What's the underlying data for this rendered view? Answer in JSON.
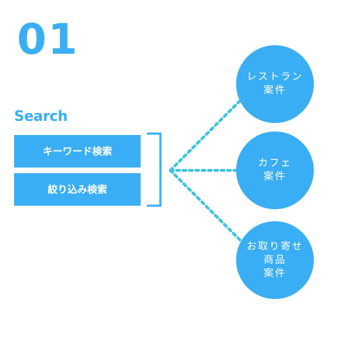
{
  "step": {
    "number": "01"
  },
  "search": {
    "label": "Search",
    "buttons": [
      {
        "label": "キーワード検索"
      },
      {
        "label": "絞り込み検索"
      }
    ]
  },
  "categories": [
    {
      "lines": [
        "レストラン",
        "案件"
      ]
    },
    {
      "lines": [
        "カフェ",
        "案件"
      ]
    },
    {
      "lines": [
        "お取り寄せ",
        "商品",
        "案件"
      ]
    }
  ],
  "colors": {
    "accent": "#3aaef4",
    "connector": "#3cc3e0"
  }
}
